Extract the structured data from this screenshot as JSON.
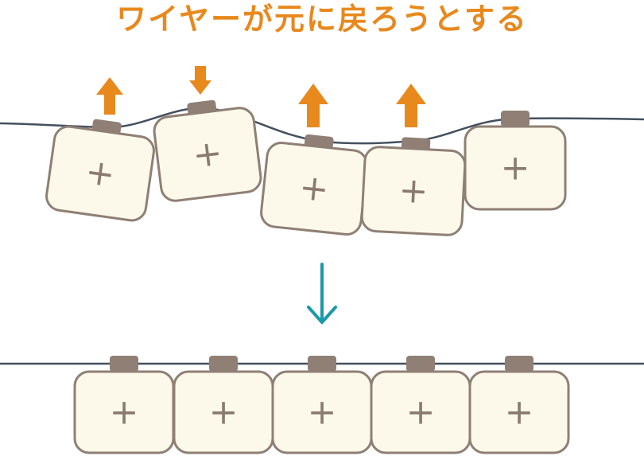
{
  "title": "ワイヤーが元に戻ろうとする",
  "plus_symbol": "+",
  "colors": {
    "title": "#e8891d",
    "arrow_orange": "#e8891d",
    "arrow_teal": "#1a9aa8",
    "wire": "#44505f",
    "cell_fill": "#fdf9ea",
    "cell_border": "#8f7f74",
    "cell_cap": "#8f7f74"
  },
  "icons": [
    "arrow-up-icon",
    "arrow-down-icon",
    "transition-arrow-icon"
  ],
  "states": {
    "before": {
      "cells": [
        {
          "id": 1,
          "push": "up"
        },
        {
          "id": 2,
          "push": "down"
        },
        {
          "id": 3,
          "push": "up"
        },
        {
          "id": 4,
          "push": "up"
        },
        {
          "id": 5,
          "push": "none"
        }
      ]
    },
    "after": {
      "cells": [
        {
          "id": 1,
          "push": "none"
        },
        {
          "id": 2,
          "push": "none"
        },
        {
          "id": 3,
          "push": "none"
        },
        {
          "id": 4,
          "push": "none"
        },
        {
          "id": 5,
          "push": "none"
        }
      ]
    }
  }
}
